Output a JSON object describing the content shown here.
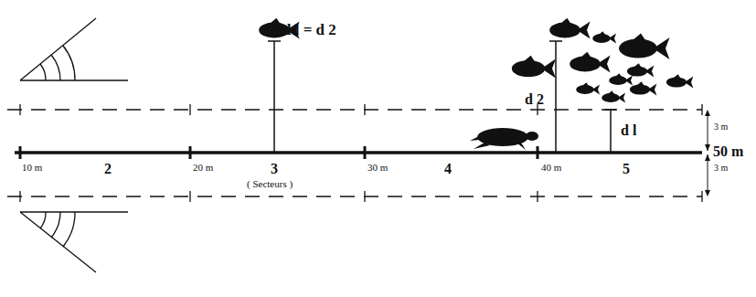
{
  "diagram": {
    "labels": [
      "d l = d 2",
      "d 2",
      "d l",
      "3 m",
      "50 m",
      "3 m",
      "10 m",
      "2",
      "20 m",
      "3",
      "( Secteurs )",
      "30 m",
      "4",
      "40 m",
      "5"
    ]
  }
}
